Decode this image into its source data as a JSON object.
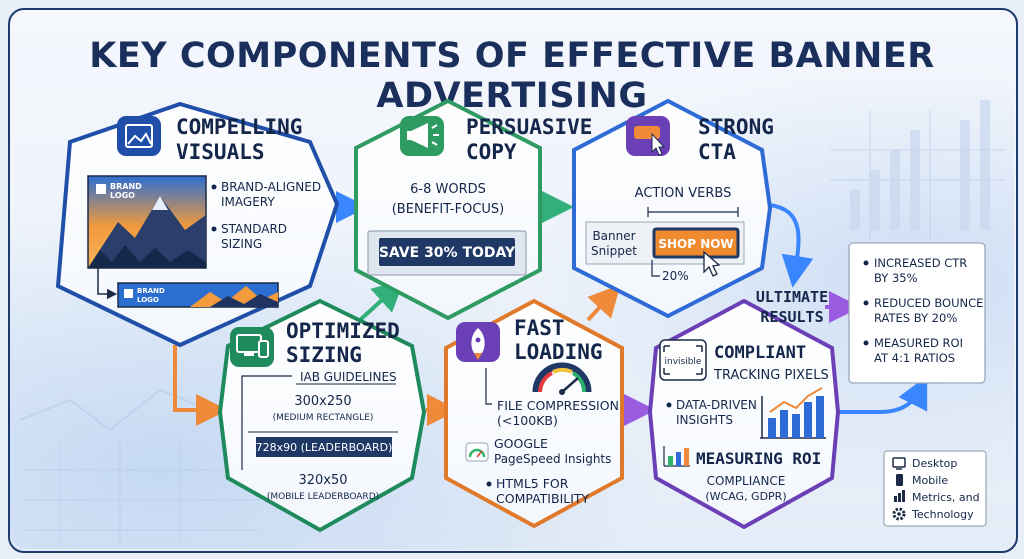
{
  "title": "KEY COMPONENTS OF EFFECTIVE BANNER ADVERTISING",
  "colors": {
    "visuals": "#1f4fa8",
    "copy": "#2e9b63",
    "cta": "#2f6bd6",
    "sizing": "#1f8a5c",
    "loading": "#e07a2a",
    "tracking": "#6b3fb5",
    "results": "#1f4fa8",
    "arrow_blue": "#3a86ff",
    "arrow_green": "#33b07a",
    "arrow_orange": "#ef8a3a",
    "arrow_purple": "#9a5be0"
  },
  "visuals": {
    "icon": "image-icon",
    "heading": [
      "COMPELLING",
      "VISUALS"
    ],
    "brand_logo": [
      "BRAND",
      "LOGO"
    ],
    "bullets": [
      [
        "BRAND-ALIGNED",
        "IMAGERY"
      ],
      [
        "STANDARD",
        "SIZING"
      ]
    ]
  },
  "copy": {
    "icon": "megaphone-icon",
    "heading": [
      "PERSUASIVE",
      "COPY"
    ],
    "words": "6-8 WORDS",
    "focus": "(BENEFIT-FOCUS)",
    "save_button": "SAVE 30% TODAY"
  },
  "cta": {
    "icon": "pointer-click-icon",
    "heading": [
      "STRONG",
      "CTA"
    ],
    "action_verbs": "ACTION VERBS",
    "snippet_label": [
      "Banner",
      "Snippet"
    ],
    "shop_button": "SHOP NOW",
    "percent": "20%"
  },
  "sizing": {
    "icon": "devices-icon",
    "heading": [
      "OPTIMIZED",
      "SIZING"
    ],
    "guidelines": "IAB GUIDELINES",
    "sizes": [
      {
        "dim": "300x250",
        "name": "(MEDIUM RECTANGLE)"
      },
      {
        "dim": "728x90 (LEADERBOARD)",
        "name": ""
      },
      {
        "dim": "320x50",
        "name": "(MOBILE LEADERBOARD)"
      }
    ]
  },
  "loading": {
    "icon": "rocket-icon",
    "heading": [
      "FAST",
      "LOADING"
    ],
    "compression": [
      "FILE COMPRESSION",
      "(<100KB)"
    ],
    "google": [
      "GOOGLE",
      "PageSpeed Insights"
    ],
    "html5": [
      "HTML5 FOR",
      "COMPATIBILITY"
    ]
  },
  "tracking": {
    "icon": "invisible-pixel-icon",
    "icon_label": "invisible",
    "heading": [
      "COMPLIANT",
      "TRACKING PIXELS"
    ],
    "insights": [
      "DATA-DRIVEN",
      "INSIGHTS"
    ],
    "roi": "MEASURING ROI",
    "compliance": [
      "COMPLIANCE",
      "(WCAG, GDPR)"
    ]
  },
  "ultimate": [
    "ULTIMATE",
    "RESULTS"
  ],
  "results": [
    [
      "INCREASED CTR",
      "BY 35%"
    ],
    [
      "REDUCED BOUNCE",
      "RATES BY 20%"
    ],
    [
      "MEASURED ROI",
      "AT 4:1 RATIOS"
    ]
  ],
  "legend": [
    {
      "icon": "desktop-icon",
      "label": "Desktop"
    },
    {
      "icon": "mobile-icon",
      "label": "Mobile"
    },
    {
      "icon": "chart-icon",
      "label": "Metrics, and"
    },
    {
      "icon": "gear-icon",
      "label": "Technology"
    }
  ]
}
